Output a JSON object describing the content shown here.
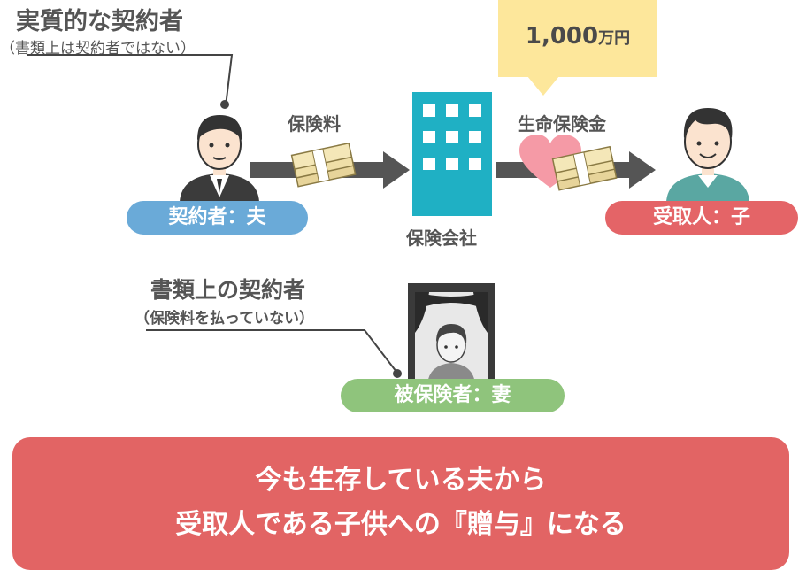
{
  "top_left_label": {
    "title": "実質的な契約者",
    "subtitle": "（書類上は契約者ではない）"
  },
  "husband": {
    "pill": "契約者：夫"
  },
  "premium_label": "保険料",
  "insurer_label": "保険会社",
  "payout_callout": {
    "amount": "1,000",
    "unit": "万円"
  },
  "death_benefit_label": "生命保険金",
  "child": {
    "pill": "受取人：子"
  },
  "middle_label": {
    "title": "書類上の契約者",
    "subtitle": "（保険料を払っていない）"
  },
  "wife": {
    "pill": "被保険者：妻"
  },
  "banner": {
    "line1": "今も生存している夫から",
    "line2": "受取人である子供への『贈与』になる"
  },
  "colors": {
    "blue_pill": "#6aaad8",
    "red_pill": "#e46467",
    "green_pill": "#8fc47c",
    "banner": "#e26464",
    "callout": "#fde79b",
    "building": "#1fb0c4",
    "arrow": "#555555",
    "heart": "#f59aa6"
  }
}
